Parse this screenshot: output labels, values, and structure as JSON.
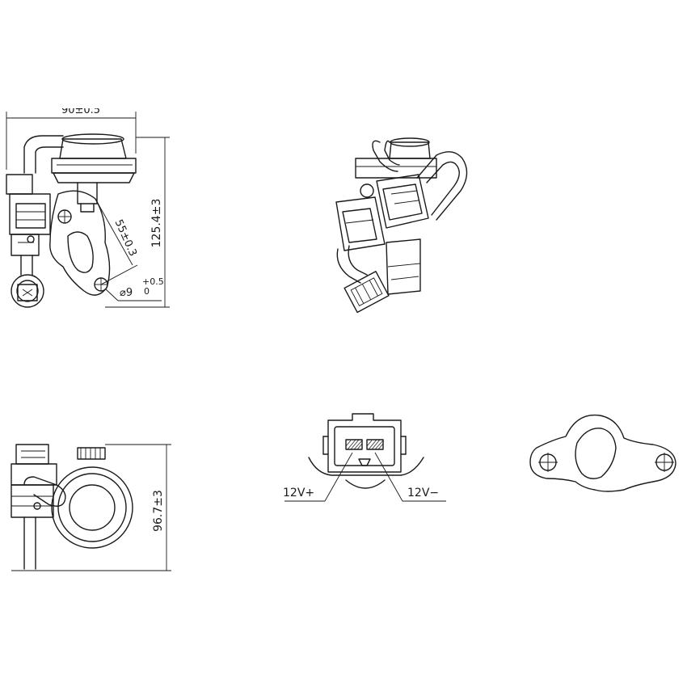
{
  "dimensions": {
    "top_width": "90±0.5",
    "height_front": "125.4±3",
    "diag_length": "55±0.3",
    "hole_diameter": "⌀9",
    "hole_tol_upper": "+0.5",
    "hole_tol_lower": "0",
    "height_bottom": "96.7±3"
  },
  "connector": {
    "pin_positive": "12V+",
    "pin_negative": "12V−"
  }
}
